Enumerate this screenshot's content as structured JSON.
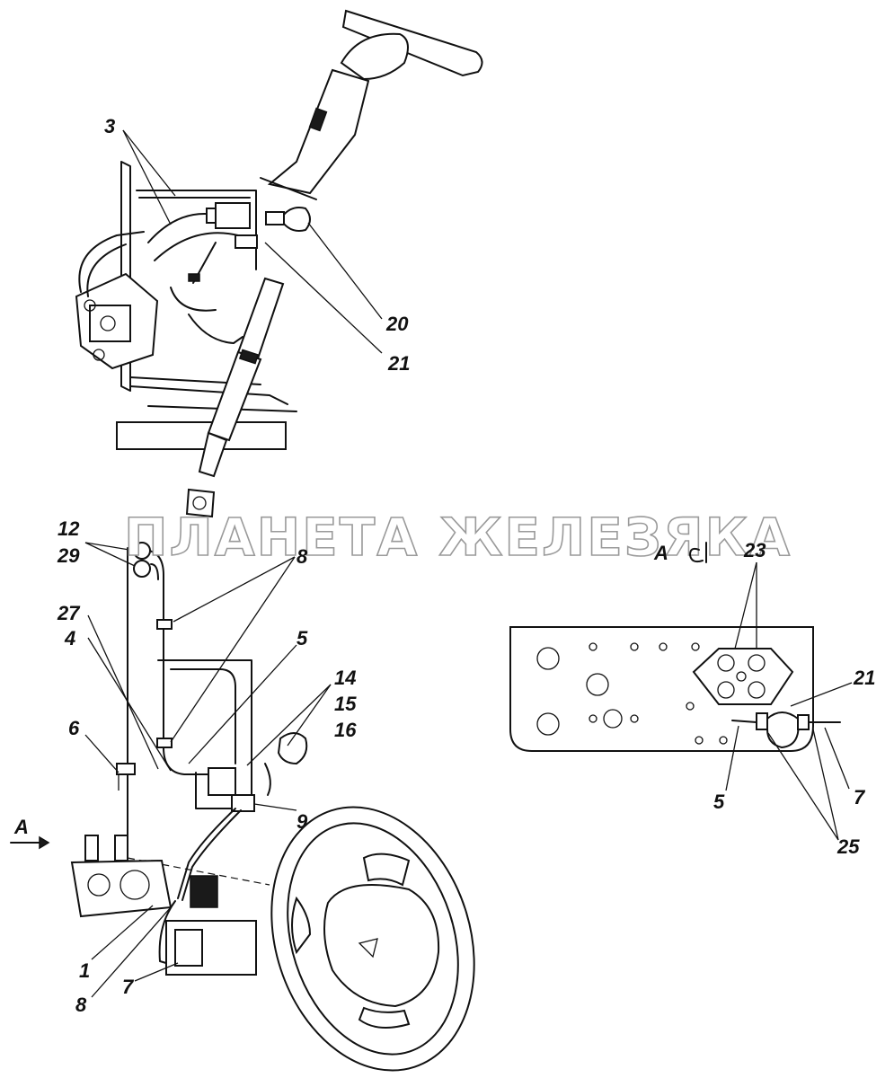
{
  "watermark": "ПЛАНЕТА ЖЕЛЕЗЯКА",
  "view_label": "А",
  "arrow_label": "А",
  "callouts": {
    "c3": "3",
    "c20": "20",
    "c21": "21",
    "c12": "12",
    "c29": "29",
    "c8_top": "8",
    "c27": "27",
    "c4": "4",
    "c5": "5",
    "c14": "14",
    "c15": "15",
    "c16": "16",
    "c6": "6",
    "c9": "9",
    "c1": "1",
    "c8_bottom": "8",
    "c7": "7",
    "c23": "23",
    "c21_view": "21",
    "c5_view": "5",
    "c7_view": "7",
    "c25": "25"
  }
}
